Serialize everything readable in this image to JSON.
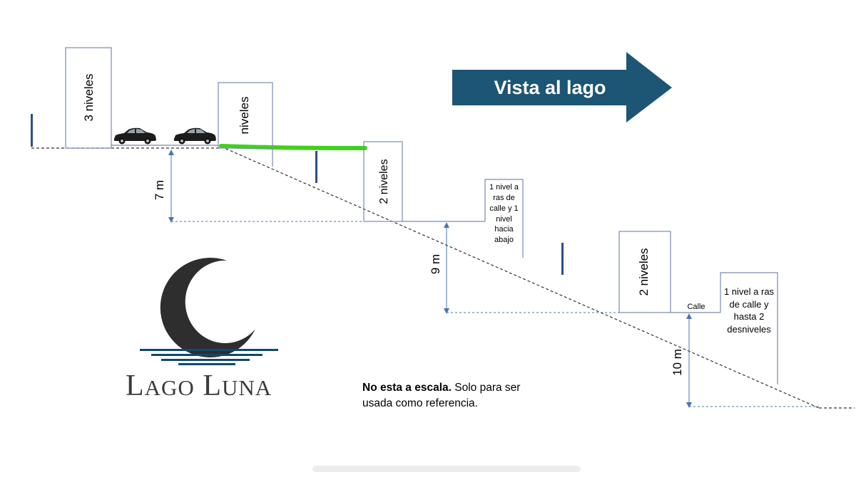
{
  "banner": {
    "label": "Vista al lago",
    "color": "#1d5574"
  },
  "buildings": [
    {
      "id": "b1",
      "label": "3 niveles"
    },
    {
      "id": "b2",
      "label": "niveles"
    },
    {
      "id": "b3",
      "label": "2 niveles"
    },
    {
      "id": "b4",
      "label": "1 nivel a ras de calle y 1 nivel hacia abajo"
    },
    {
      "id": "b5",
      "label": "2 niveles"
    },
    {
      "id": "b6",
      "label": "1 nivel a ras de calle y hasta 2 desniveles"
    }
  ],
  "dimensions": [
    {
      "id": "d1",
      "label": "7 m"
    },
    {
      "id": "d2",
      "label": "9 m"
    },
    {
      "id": "d3",
      "label": "10 m"
    }
  ],
  "street_label": "Calle",
  "logo": {
    "name": "LAGO LUNA",
    "first_initial": "L",
    "first_rest": "AGO",
    "second_initial": "L",
    "second_rest": "UNA"
  },
  "note": {
    "bold": "No esta a escala.",
    "rest": " Solo para ser usada como referencia."
  },
  "colors": {
    "banner": "#1d5574",
    "highlight": "#3fd21b",
    "dimension": "#4a74b4",
    "marker": "#2f4e8a",
    "moon": "#2e2e2e",
    "water": "#0e4a6e"
  }
}
